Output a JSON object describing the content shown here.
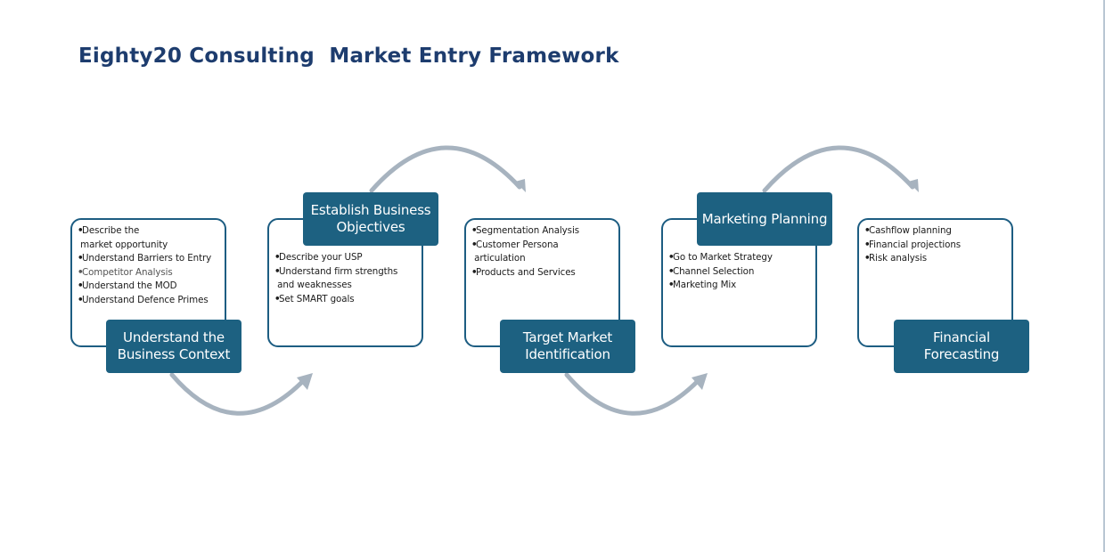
{
  "title": "Eighty20 Consulting  Market Entry Framework",
  "colors": {
    "title": "#1d3c6e",
    "label_fill": "#1d6181",
    "card_border": "#1d5d82",
    "arrow": "#a7b3bf"
  },
  "steps": [
    {
      "label": "Understand the Business Context",
      "bullets": [
        "Describe the\n market opportunity",
        "Understand Barriers to Entry",
        "Competitor Analysis",
        "Understand the MOD",
        "Understand Defence Primes"
      ]
    },
    {
      "label": "Establish Business Objectives",
      "bullets": [
        "Describe your USP",
        "Understand firm strengths\n and weaknesses",
        "Set SMART goals"
      ]
    },
    {
      "label": "Target Market Identification",
      "bullets": [
        "Segmentation Analysis",
        "Customer Persona\n articulation",
        "Products and Services"
      ]
    },
    {
      "label": "Marketing Planning",
      "bullets": [
        "Go to Market Strategy",
        "Channel Selection",
        "Marketing Mix"
      ]
    },
    {
      "label": "Financial Forecasting",
      "bullets": [
        "Cashflow planning",
        "Financial projections",
        "Risk analysis"
      ]
    }
  ]
}
